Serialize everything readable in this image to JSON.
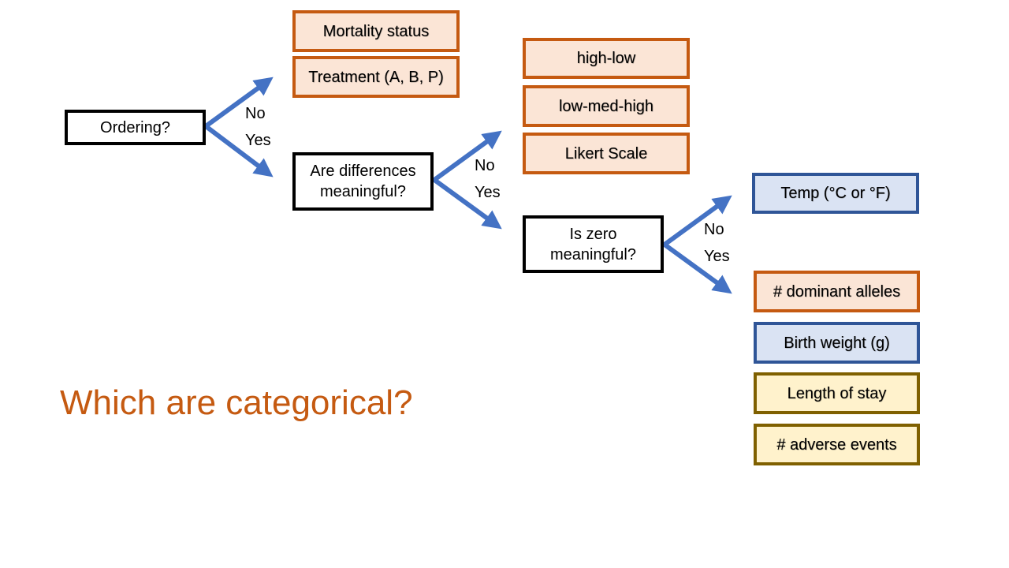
{
  "questions": {
    "ordering": "Ordering?",
    "differences_line1": "Are differences",
    "differences_line2": "meaningful?",
    "zero_line1": "Is zero",
    "zero_line2": "meaningful?"
  },
  "branch_labels": {
    "no": "No",
    "yes": "Yes"
  },
  "nominal_examples": [
    "Mortality status",
    "Treatment (A, B, P)"
  ],
  "ordinal_examples": [
    "high-low",
    "low-med-high",
    "Likert Scale"
  ],
  "interval_examples": [
    "Temp (°C or °F)"
  ],
  "ratio_examples": [
    "# dominant alleles",
    "Birth weight (g)",
    "Length of stay",
    "# adverse events"
  ],
  "prompt_title": "Which are categorical?",
  "colors": {
    "arrow": "#4472c4",
    "orange_border": "#c55a11",
    "orange_fill": "#fbe5d6",
    "blue_border": "#2f5597",
    "blue_fill": "#dae3f3",
    "gold_border": "#7f6000",
    "gold_fill": "#fff2cc",
    "title": "#c55a11"
  }
}
